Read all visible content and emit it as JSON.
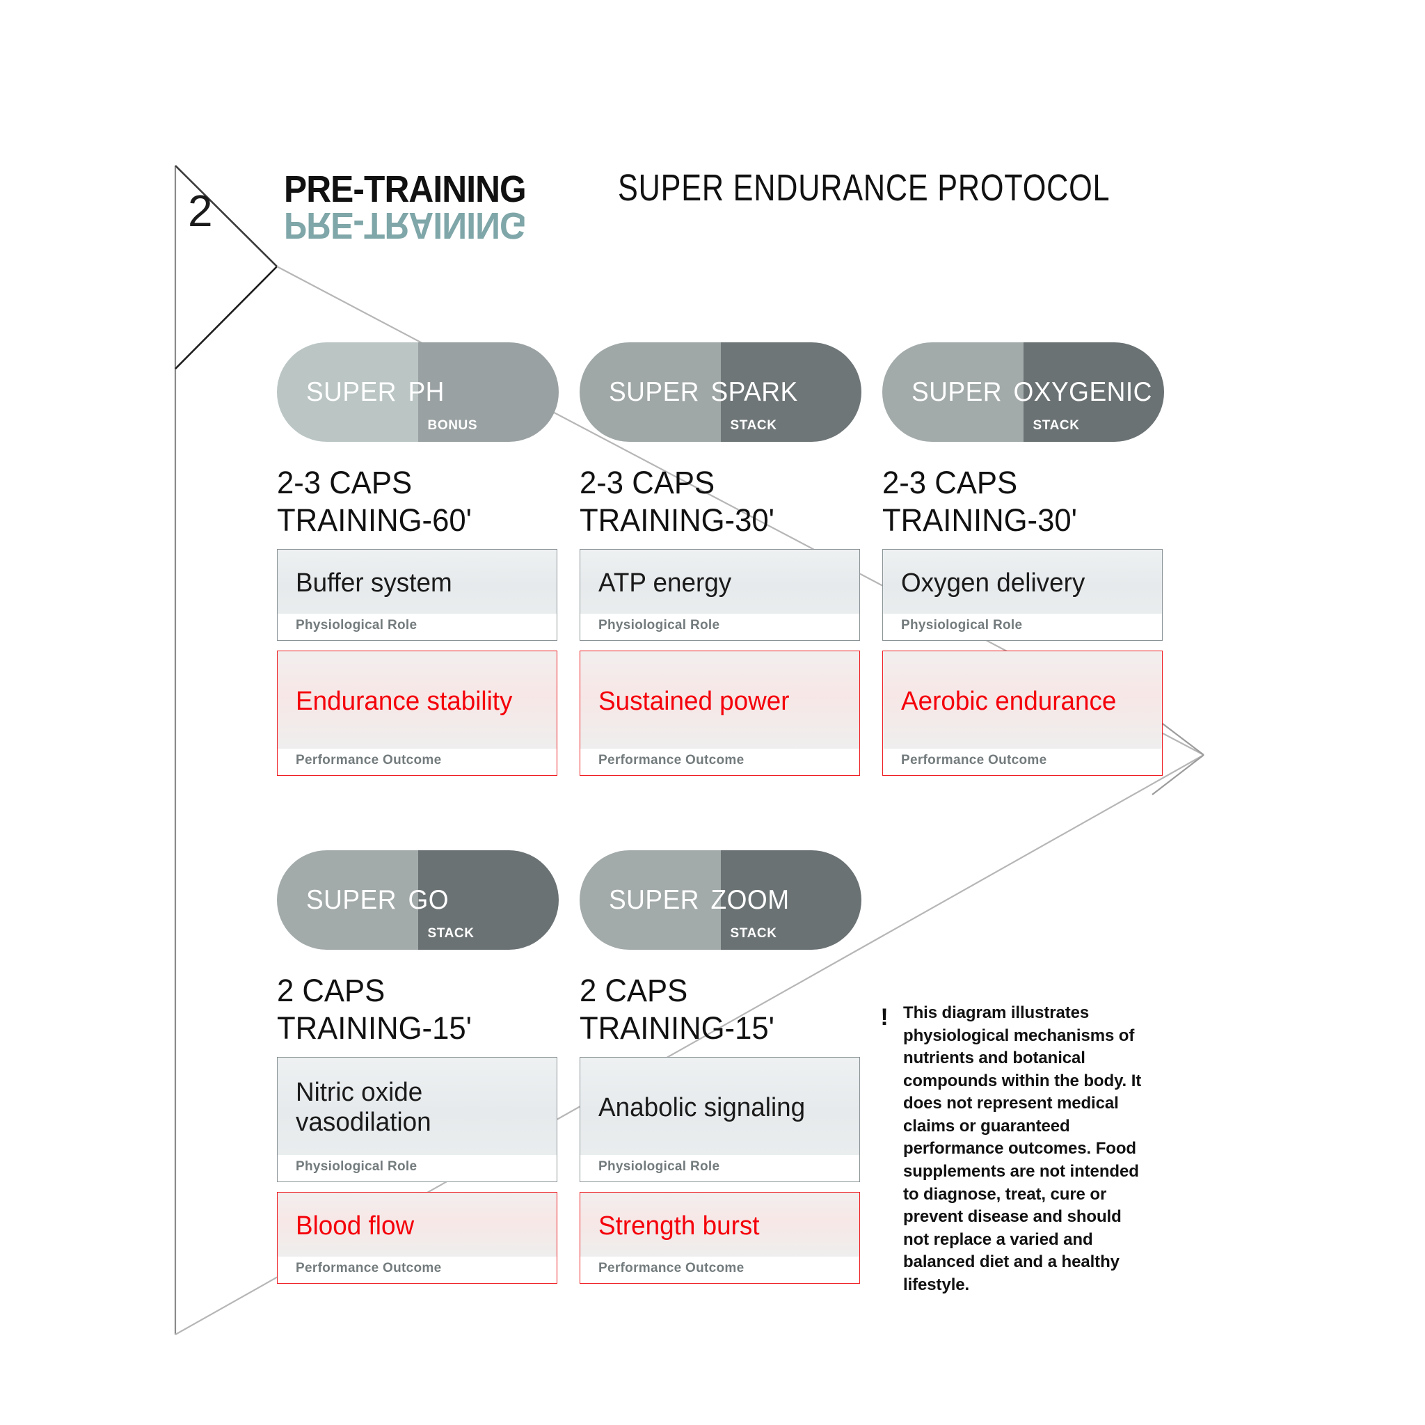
{
  "header": {
    "step_number": "2",
    "title_main": "PRE-TRAINING",
    "title_mirror": "PRE-TRAINING",
    "title_sub": "SUPER ENDURANCE PROTOCOL"
  },
  "colors": {
    "mirror_teal": "#7fa6a8",
    "outcome_red": "#f4000a",
    "outcome_border": "#ee1d22",
    "role_border": "#8b9396",
    "label_gray": "#737b7d",
    "pill_left_1": "#bac5c4",
    "pill_right_1": "#9aa1a2",
    "pill_left_2": "#a0a7a7",
    "pill_right_2": "#6f7678",
    "pill_left_3": "#a3aaaa",
    "pill_right_3": "#6b7274"
  },
  "products": [
    {
      "brand": "SUPER",
      "name": "PH",
      "tag": "BONUS",
      "pill_left": "#bac5c4",
      "pill_right": "#9aa1a2",
      "dose": "2-3 CAPS\nTRAINING-60'",
      "role_value": "Buffer system",
      "role_label": "Physiological Role",
      "outcome_value": "Endurance stability",
      "outcome_label": "Performance Outcome"
    },
    {
      "brand": "SUPER",
      "name": "SPARK",
      "tag": "STACK",
      "pill_left": "#a0a7a7",
      "pill_right": "#6f7678",
      "dose": "2-3 CAPS\nTRAINING-30'",
      "role_value": "ATP energy",
      "role_label": "Physiological Role",
      "outcome_value": "Sustained power",
      "outcome_label": "Performance Outcome"
    },
    {
      "brand": "SUPER",
      "name": "OXYGENIC",
      "tag": "STACK",
      "pill_left": "#a3aaaa",
      "pill_right": "#6b7274",
      "dose": "2-3 CAPS\nTRAINING-30'",
      "role_value": "Oxygen delivery",
      "role_label": "Physiological Role",
      "outcome_value": "Aerobic endurance",
      "outcome_label": "Performance Outcome"
    },
    {
      "brand": "SUPER",
      "name": "GO",
      "tag": "STACK",
      "pill_left": "#a3aaaa",
      "pill_right": "#6b7274",
      "dose": "2 CAPS\nTRAINING-15'",
      "role_value": "Nitric oxide vasodilation",
      "role_label": "Physiological Role",
      "outcome_value": "Blood flow",
      "outcome_label": "Performance Outcome"
    },
    {
      "brand": "SUPER",
      "name": "ZOOM",
      "tag": "STACK",
      "pill_left": "#a3aaaa",
      "pill_right": "#6b7274",
      "dose": "2 CAPS\nTRAINING-15'",
      "role_value": "Anabolic signaling",
      "role_label": "Physiological Role",
      "outcome_value": "Strength burst",
      "outcome_label": "Performance Outcome"
    }
  ],
  "disclaimer": {
    "icon": "!",
    "text": "This diagram illustrates physiological mechanisms of nutrients and botanical compounds within the body. It does not represent medical claims or guaranteed performance outcomes. Food supplements are not intended to diagnose, treat, cure or prevent disease and should not replace a varied and balanced diet and a healthy lifestyle."
  }
}
